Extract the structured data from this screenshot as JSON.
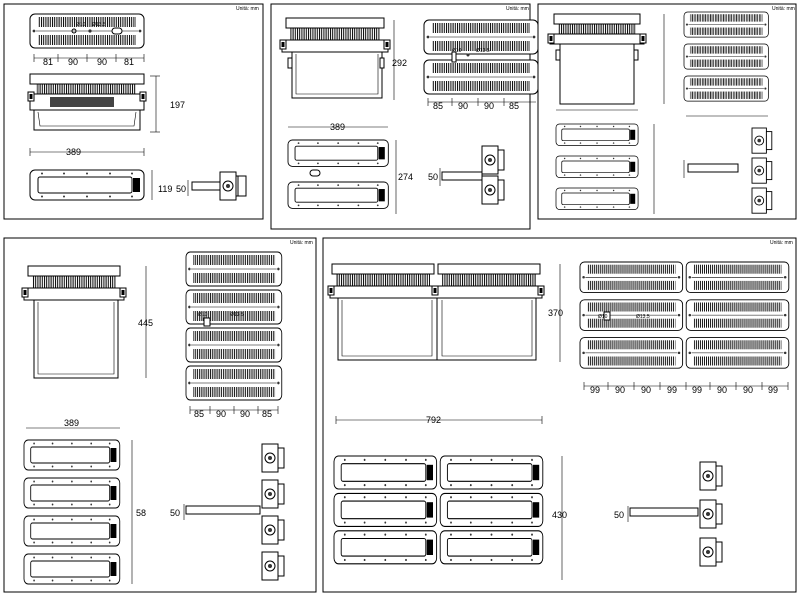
{
  "panels": [
    {
      "unit": "Unità: mm",
      "dims": {
        "w1": "81",
        "w2": "90",
        "w3": "90",
        "w4": "81",
        "height": "197",
        "width": "389",
        "depth": "119",
        "arm": "50"
      },
      "callouts": [
        "Ø10",
        "Ø13.5"
      ]
    },
    {
      "unit": "Unità: mm",
      "dims": {
        "height": "292",
        "width": "389",
        "depth": "274",
        "arm": "50",
        "b1": "85",
        "b2": "90",
        "b3": "90",
        "b4": "85"
      },
      "callouts": [
        "Ø10",
        "Ø13.5"
      ]
    },
    {
      "unit": "Unità: mm"
    },
    {
      "unit": "Unità: mm",
      "dims": {
        "height": "445",
        "width": "389",
        "depth": "58",
        "arm": "50",
        "b1": "85",
        "b2": "90",
        "b3": "90",
        "b4": "85"
      },
      "callouts": [
        "Ø10",
        "Ø13.5"
      ]
    },
    {
      "unit": "Unità: mm",
      "dims": {
        "height": "370",
        "width": "792",
        "depth": "430",
        "arm": "50",
        "b": [
          "99",
          "90",
          "90",
          "99",
          "99",
          "90",
          "90",
          "99"
        ]
      },
      "callouts": [
        "Ø10",
        "Ø13.5"
      ]
    }
  ]
}
